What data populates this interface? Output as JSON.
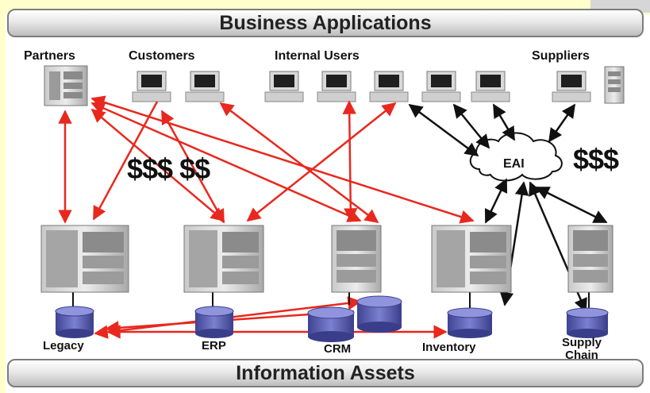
{
  "header": {
    "title": "Business Applications"
  },
  "footer": {
    "title": "Information Assets"
  },
  "user_groups": {
    "partners": "Partners",
    "customers": "Customers",
    "internal_users": "Internal Users",
    "suppliers": "Suppliers"
  },
  "hub": {
    "label": "EAI"
  },
  "money": {
    "left": "$$$ $$",
    "right": "$$$"
  },
  "assets": {
    "legacy": "Legacy",
    "erp": "ERP",
    "crm": "CRM",
    "inventory": "Inventory",
    "supply_chain_line1": "Supply",
    "supply_chain_line2": "Chain"
  },
  "colors": {
    "point_to_point": "#e8281e",
    "eai_link": "#111111",
    "database": "#5a5fb0",
    "background": "#ffffcc"
  }
}
